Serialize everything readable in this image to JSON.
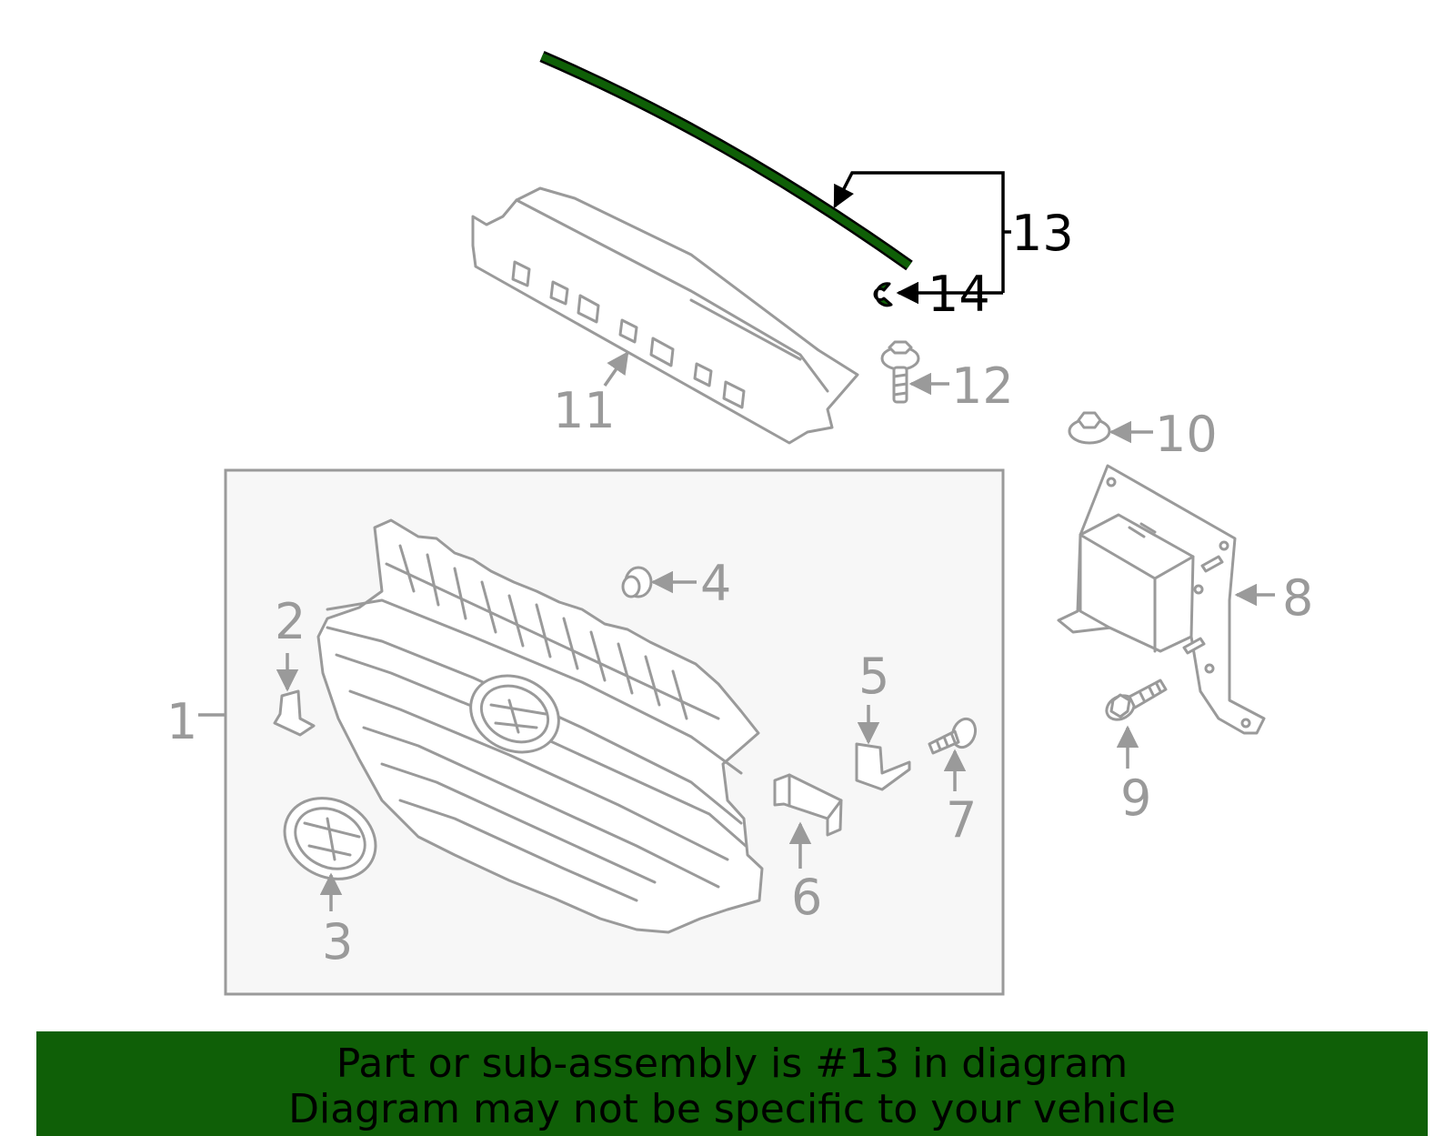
{
  "colors": {
    "highlight": "#0f5f07",
    "part_stroke": "#9a9a9a",
    "subassembly_fill": "#f7f7f7",
    "banner_background": "#0f5f07",
    "banner_text": "#000000"
  },
  "callouts": {
    "c1": "1",
    "c2": "2",
    "c3": "3",
    "c4": "4",
    "c5": "5",
    "c6": "6",
    "c7": "7",
    "c8": "8",
    "c9": "9",
    "c10": "10",
    "c11": "11",
    "c12": "12",
    "c13": "13",
    "c14": "14"
  },
  "highlighted_part": "13",
  "banner": {
    "line1": "Part or sub-assembly is #13 in diagram",
    "line2": "Diagram may not be specific to your vehicle"
  }
}
